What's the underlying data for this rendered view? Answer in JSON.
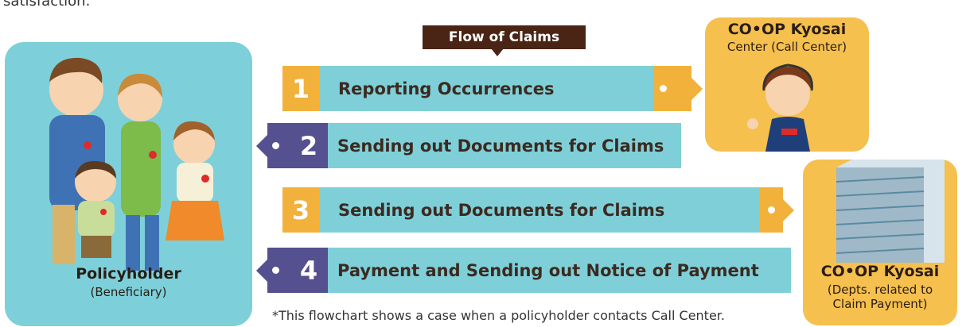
{
  "intro_text": "satisfaction.",
  "flow_title": "Flow of Claims",
  "policyholder": {
    "title": "Policyholder",
    "subtitle": "(Beneficiary)"
  },
  "steps": [
    {
      "number": "1",
      "label": "Reporting Occurrences",
      "direction": "right",
      "color": "#f2b13b"
    },
    {
      "number": "2",
      "label": "Sending out  Documents for Claims",
      "direction": "left",
      "color": "#55508f"
    },
    {
      "number": "3",
      "label": "Sending out Documents for Claims",
      "direction": "right",
      "color": "#f2b13b"
    },
    {
      "number": "4",
      "label": "Payment and Sending out Notice of Payment",
      "direction": "left",
      "color": "#55508f"
    }
  ],
  "call_center": {
    "title": "CO•OP Kyosai",
    "subtitle": "Center (Call Center)"
  },
  "claims_dept": {
    "title": "CO•OP Kyosai",
    "subtitle_line1": "(Depts. related to",
    "subtitle_line2": "Claim Payment)"
  },
  "footnote": "*This flowchart shows a case when a policyholder contacts Call Center.",
  "colors": {
    "teal": "#7fcfd8",
    "orange": "#f2b13b",
    "purple": "#55508f",
    "dark_brown": "#4a2515",
    "box_yellow": "#f5c04e"
  }
}
